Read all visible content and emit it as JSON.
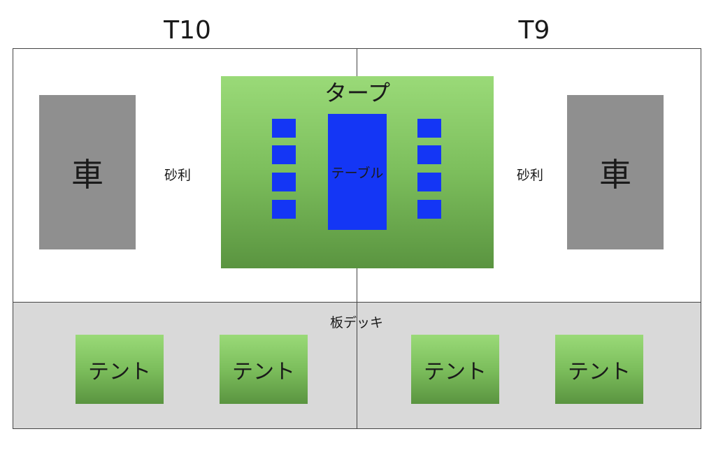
{
  "sites": {
    "left_label": "T10",
    "right_label": "T9"
  },
  "zones": {
    "car_left": "車",
    "car_right": "車",
    "gravel_left": "砂利",
    "gravel_right": "砂利",
    "tarp": "タープ",
    "table": "テーブル",
    "deck": "板デッキ"
  },
  "tents": [
    "テント",
    "テント",
    "テント",
    "テント"
  ],
  "colors": {
    "car": "#8f8f8f",
    "green_top": "#9ada78",
    "green_bottom": "#5a9440",
    "blue": "#1436f5",
    "deck": "#d9d9d9"
  }
}
